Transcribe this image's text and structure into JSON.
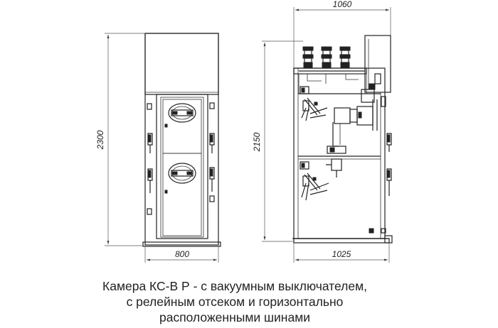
{
  "dimensions": {
    "front_width": "800",
    "front_height": "2300",
    "side_top_width": "1060",
    "side_height": "2150",
    "side_bottom_width": "1025"
  },
  "caption": {
    "line1": "Камера КС-В Р - с вакуумным выключателем,",
    "line2": "с релейным отсеком и горизонтально",
    "line3": "расположенными шинами"
  },
  "colors": {
    "line": "#222222",
    "background": "#ffffff"
  }
}
